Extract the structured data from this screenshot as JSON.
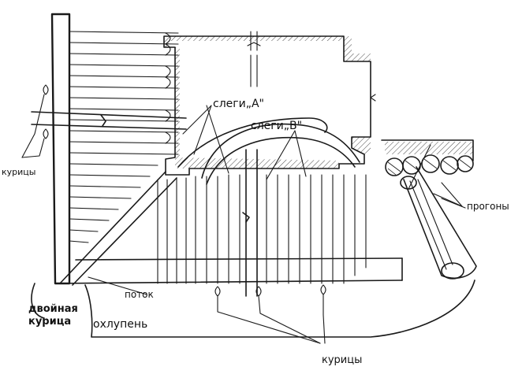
{
  "diagram": {
    "labels": {
      "slegi_a": "слеги„А\"",
      "slegi_b": "слеги„В\"",
      "kuricy_left": "курицы",
      "progony": "прогоны",
      "potok": "поток",
      "dvoynaya_kurica_line1": "двойная",
      "dvoynaya_kurica_line2": "курица",
      "okhlupen": "охлупень",
      "kuricy_bottom": "курицы"
    }
  }
}
